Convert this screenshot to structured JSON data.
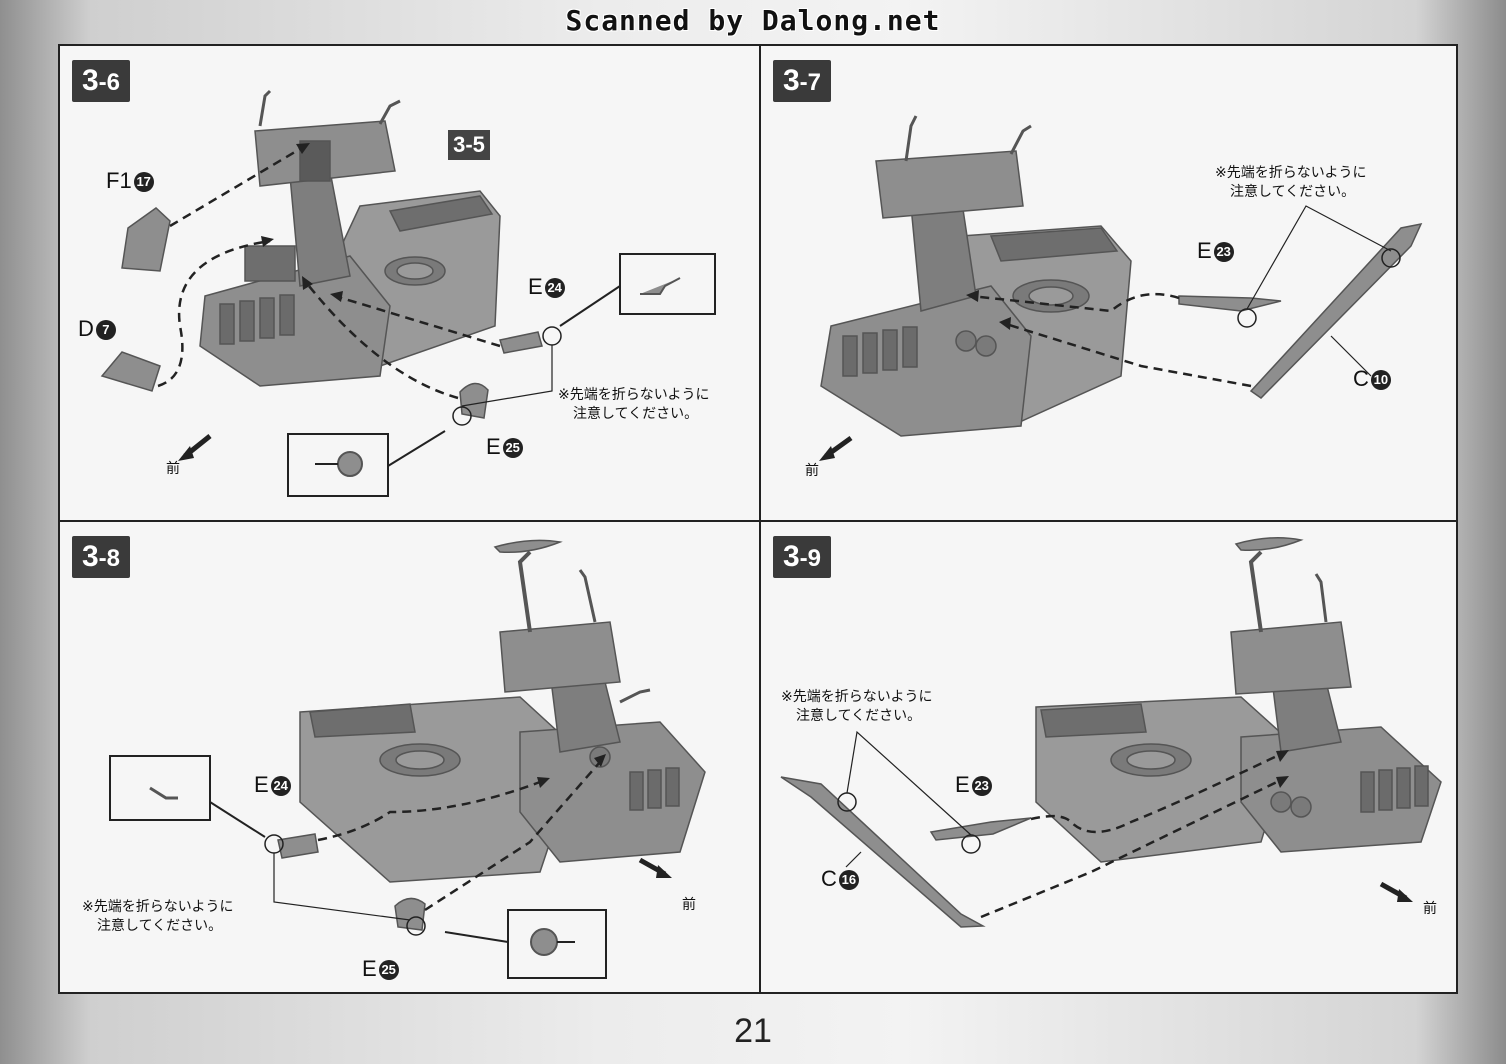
{
  "header": {
    "scan_credit": "Scanned by Dalong.net"
  },
  "page": {
    "number": "21"
  },
  "colors": {
    "part_fill": "#8e8e8e",
    "part_dark": "#6a6a6a",
    "part_light": "#b0b0b0",
    "ink": "#222222"
  },
  "panels": [
    {
      "step": "3",
      "substep": "-6",
      "ref_step": "3-5",
      "parts": [
        {
          "letter": "F1",
          "num": "17"
        },
        {
          "letter": "D",
          "num": "7"
        },
        {
          "letter": "E",
          "num": "24"
        },
        {
          "letter": "E",
          "num": "25"
        }
      ],
      "note_line1": "※先端を折らないように",
      "note_line2": "注意してください。",
      "front": "前"
    },
    {
      "step": "3",
      "substep": "-7",
      "parts": [
        {
          "letter": "E",
          "num": "23"
        },
        {
          "letter": "C",
          "num": "10"
        }
      ],
      "note_line1": "※先端を折らないように",
      "note_line2": "注意してください。",
      "front": "前"
    },
    {
      "step": "3",
      "substep": "-8",
      "parts": [
        {
          "letter": "E",
          "num": "24"
        },
        {
          "letter": "E",
          "num": "25"
        }
      ],
      "note_line1": "※先端を折らないように",
      "note_line2": "注意してください。",
      "front": "前"
    },
    {
      "step": "3",
      "substep": "-9",
      "parts": [
        {
          "letter": "E",
          "num": "23"
        },
        {
          "letter": "C",
          "num": "16"
        }
      ],
      "note_line1": "※先端を折らないように",
      "note_line2": "注意してください。",
      "front": "前"
    }
  ]
}
